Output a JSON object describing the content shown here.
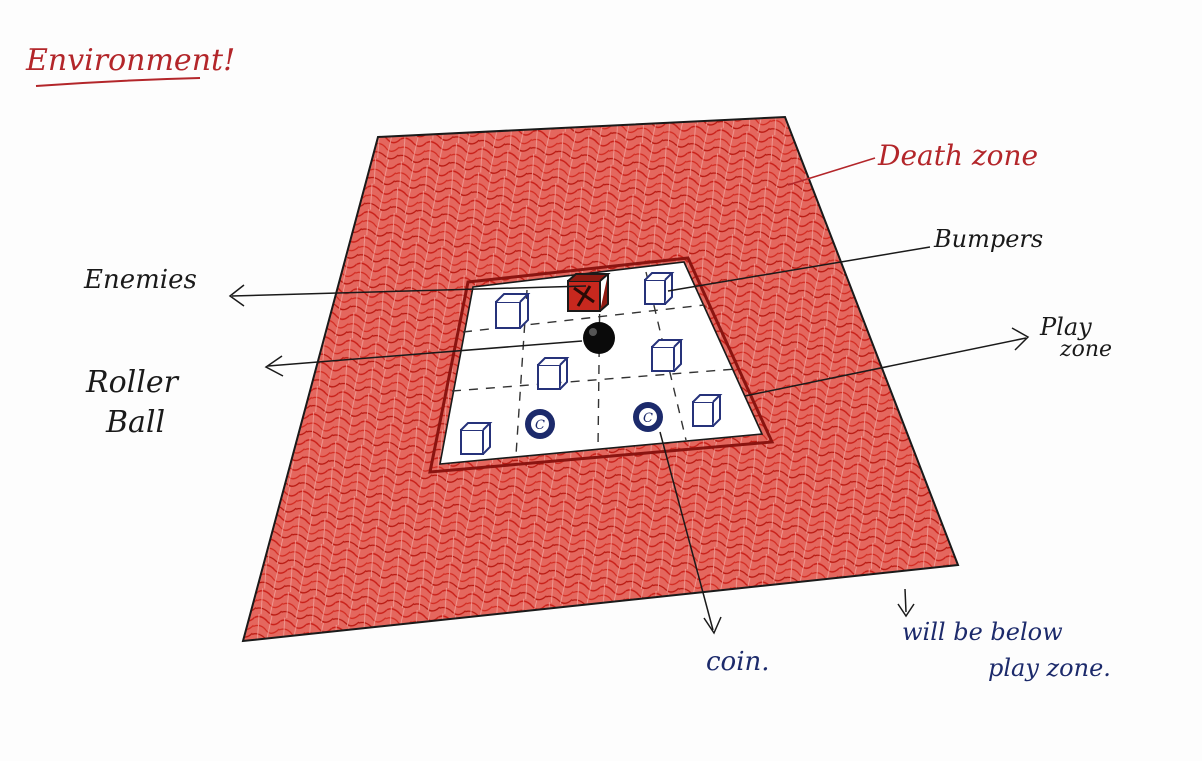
{
  "title": "Environment!",
  "labels": {
    "death_zone": "Death zone",
    "bumpers": "Bumpers",
    "enemies": "Enemies",
    "roller_ball_1": "Roller",
    "roller_ball_2": "Ball",
    "play_zone_1": "Play",
    "play_zone_2": "zone",
    "coin": "coin.",
    "will_be_below_1": "will be below",
    "will_be_below_2": "play zone."
  },
  "coin_symbol": "C",
  "colors": {
    "death_zone": "#d9362e",
    "title_ink": "#b3262a",
    "label_ink": "#1a1a1a",
    "blue_ink": "#1c2a6b",
    "bumper": "#26327a",
    "enemy": "#c8281e",
    "roller_ball": "#0a0a0a",
    "play_zone": "#ffffff"
  },
  "icons": {
    "bumper": "cube-outline-icon",
    "enemy": "red-cube-icon",
    "roller_ball": "black-ball-icon",
    "coin": "coin-c-icon"
  }
}
